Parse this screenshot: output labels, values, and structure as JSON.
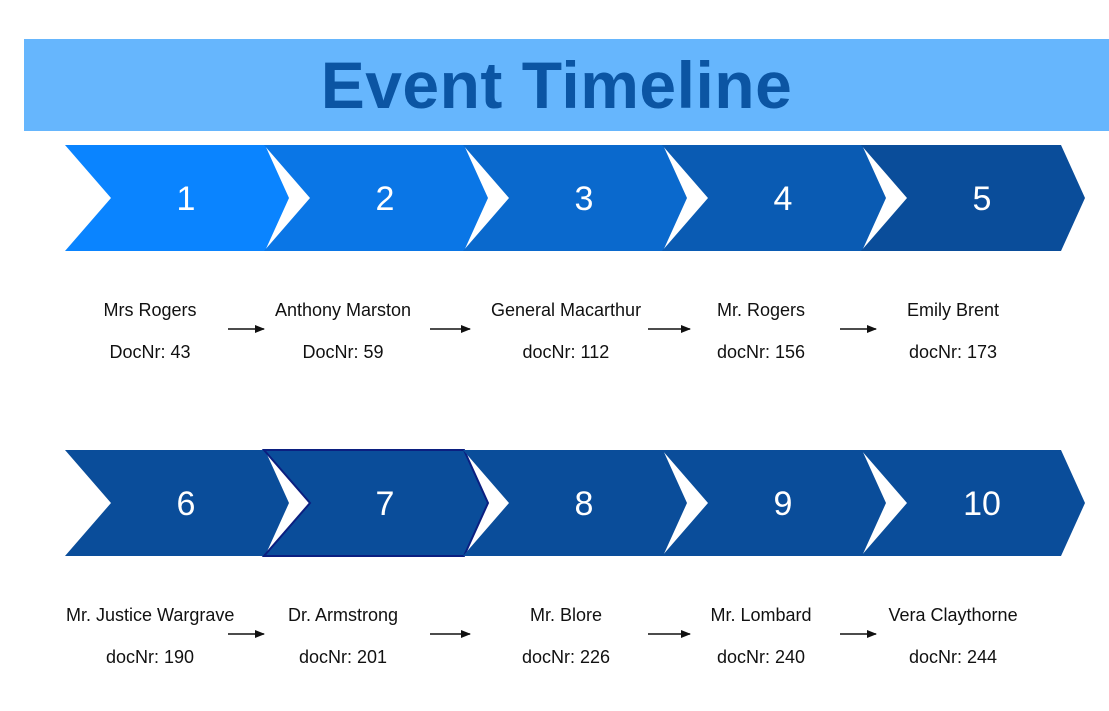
{
  "title": "Event Timeline",
  "colors": {
    "banner": "#66b6fd",
    "title_text": "#0b55a3",
    "chevron_light": "#0a84ff",
    "chevron_dark": "#0a4d9a",
    "highlight_border": "#0b1f80",
    "number_text": "#ffffff"
  },
  "rows": [
    {
      "events": [
        {
          "step": "1",
          "name": "Mrs Rogers",
          "doc": "DocNr: 43"
        },
        {
          "step": "2",
          "name": "Anthony Marston",
          "doc": "DocNr: 59"
        },
        {
          "step": "3",
          "name": "General Macarthur",
          "doc": "docNr: 112"
        },
        {
          "step": "4",
          "name": "Mr. Rogers",
          "doc": "docNr: 156"
        },
        {
          "step": "5",
          "name": "Emily Brent",
          "doc": "docNr: 173"
        }
      ]
    },
    {
      "events": [
        {
          "step": "6",
          "name": "Mr. Justice Wargrave",
          "doc": "docNr: 190"
        },
        {
          "step": "7",
          "name": "Dr. Armstrong",
          "doc": "docNr: 201",
          "highlighted": true
        },
        {
          "step": "8",
          "name": "Mr. Blore",
          "doc": "docNr: 226"
        },
        {
          "step": "9",
          "name": "Mr. Lombard",
          "doc": "docNr: 240"
        },
        {
          "step": "10",
          "name": "Vera Claythorne",
          "doc": "docNr: 244"
        }
      ]
    }
  ]
}
